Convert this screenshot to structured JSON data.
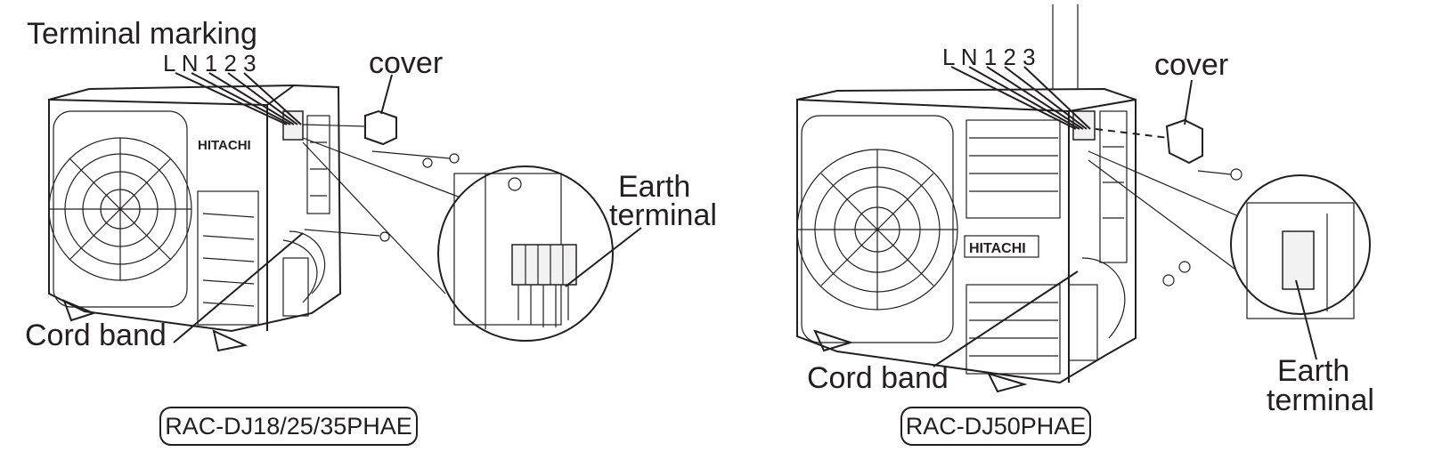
{
  "left": {
    "terminal_marking": "Terminal marking",
    "terminal_letters": "L N 1 2 3",
    "cover": "cover",
    "earth_terminal_line1": "Earth",
    "earth_terminal_line2": "terminal",
    "cord_band": "Cord band",
    "brand": "HITACHI",
    "model": "RAC-DJ18/25/35PHAE"
  },
  "right": {
    "terminal_letters": "L N 1 2 3",
    "cover": "cover",
    "earth_terminal_line1": "Earth",
    "earth_terminal_line2": "terminal",
    "cord_band": "Cord band",
    "brand": "HITACHI",
    "model": "RAC-DJ50PHAE"
  }
}
